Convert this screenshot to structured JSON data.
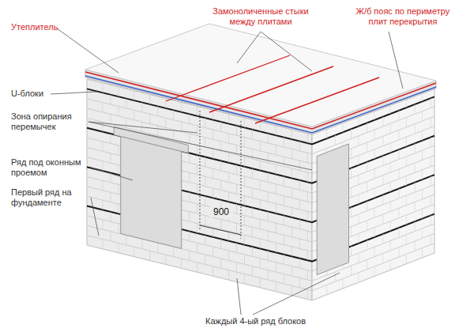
{
  "diagram": {
    "labels": [
      "Утеплитель",
      "Замоноличенные стыки между плитами",
      "Ж/б пояс по периметру плит перекрытия",
      "U-блоки",
      "Зона опирания перемычек",
      "Ряд под оконным проемом",
      "Первый ряд на фундаменте",
      "900",
      "Каждый 4-ый ряд блоков"
    ]
  }
}
